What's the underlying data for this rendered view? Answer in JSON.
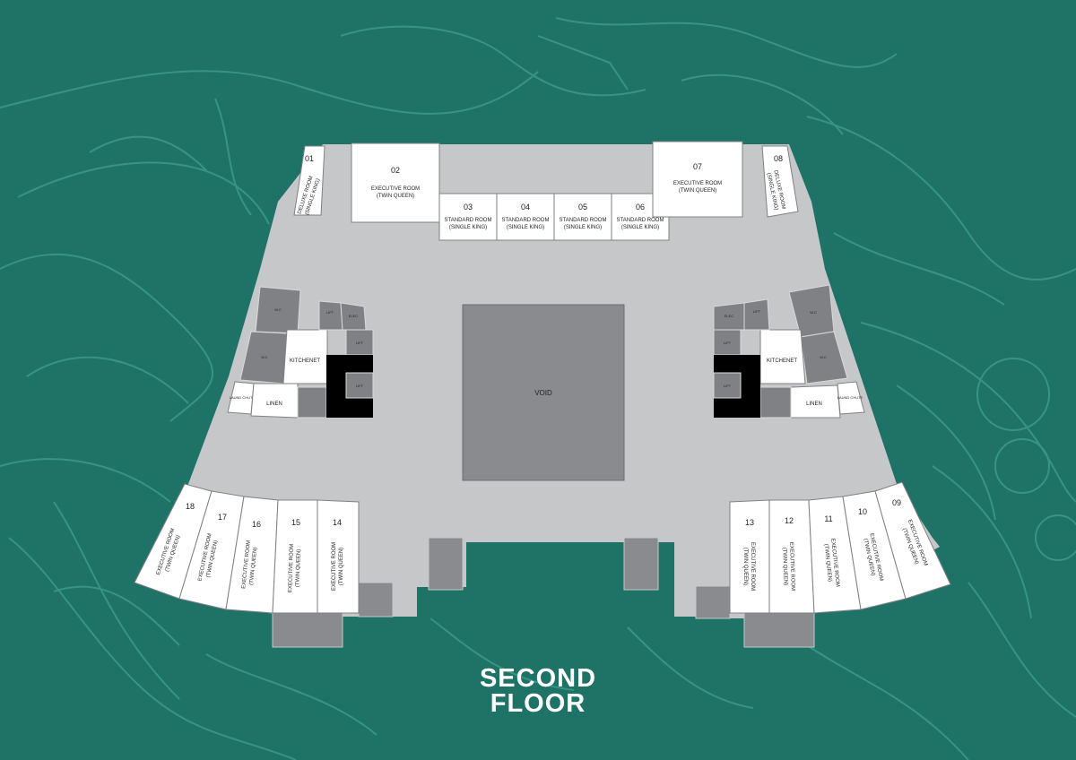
{
  "title_line1": "SECOND",
  "title_line2": "FLOOR",
  "colors": {
    "background": "#1f7366",
    "contour": "#3c9a89",
    "floor": "#c6c7c9",
    "room": "#ffffff",
    "core_dark": "#808184",
    "core_black": "#000000",
    "void": "#8a8b8e"
  },
  "void_label": "VOID",
  "rooms": [
    {
      "number": "01",
      "line1": "DELUXE ROOM",
      "line2": "(SINGLE KING)"
    },
    {
      "number": "02",
      "line1": "EXECUTIVE ROOM",
      "line2": "(TWIN QUEEN)"
    },
    {
      "number": "03",
      "line1": "STANDARD ROOM",
      "line2": "(SINGLE KING)"
    },
    {
      "number": "04",
      "line1": "STANDARD ROOM",
      "line2": "(SINGLE KING)"
    },
    {
      "number": "05",
      "line1": "STANDARD ROOM",
      "line2": "(SINGLE KING)"
    },
    {
      "number": "06",
      "line1": "STANDARD ROOM",
      "line2": "(SINGLE KING)"
    },
    {
      "number": "07",
      "line1": "EXECUTIVE ROOM",
      "line2": "(TWIN QUEEN)"
    },
    {
      "number": "08",
      "line1": "DELUXE ROOM",
      "line2": "(SINGLE KING)"
    },
    {
      "number": "09",
      "line1": "EXECUTIVE ROOM",
      "line2": "(TWIN QUEEN)"
    },
    {
      "number": "10",
      "line1": "EXECUTIVE ROOM",
      "line2": "(TWIN QUEEN)"
    },
    {
      "number": "11",
      "line1": "EXECUTIVE ROOM",
      "line2": "(TWIN QUEEN)"
    },
    {
      "number": "12",
      "line1": "EXECUTIVE ROOM",
      "line2": "(TWIN QUEEN)"
    },
    {
      "number": "13",
      "line1": "EXECUTIVE ROOM",
      "line2": "(TWIN QUEEN)"
    },
    {
      "number": "14",
      "line1": "EXECUTIVE ROOM",
      "line2": "(TWIN QUEEN)"
    },
    {
      "number": "15",
      "line1": "EXECUTIVE ROOM",
      "line2": "(TWIN QUEEN)"
    },
    {
      "number": "16",
      "line1": "EXECUTIVE ROOM",
      "line2": "(TWIN QUEEN)"
    },
    {
      "number": "17",
      "line1": "EXECUTIVE ROOM",
      "line2": "(TWIN QUEEN)"
    },
    {
      "number": "18",
      "line1": "EXECUTIVE ROOM",
      "line2": "(TWIN QUEEN)"
    }
  ],
  "west_core": {
    "wc_top": "W.C",
    "wc_bottom": "W.C",
    "kitchenet": "KITCHENET",
    "linen": "LINEN",
    "laundry": "LAUND CHUTE",
    "lift_a": "LIFT",
    "elec": "ELEC",
    "lift_b": "LIFT",
    "lift_c": "LIFT"
  },
  "east_core": {
    "wc_top": "W.C",
    "wc_bottom": "W.C",
    "kitchenet": "KITCHENET",
    "linen": "LINEN",
    "laundry": "LAUND CHUTE",
    "lift_a": "LIFT",
    "elec": "ELEC",
    "lift_b": "LIFT",
    "lift_c": "LIFT"
  }
}
